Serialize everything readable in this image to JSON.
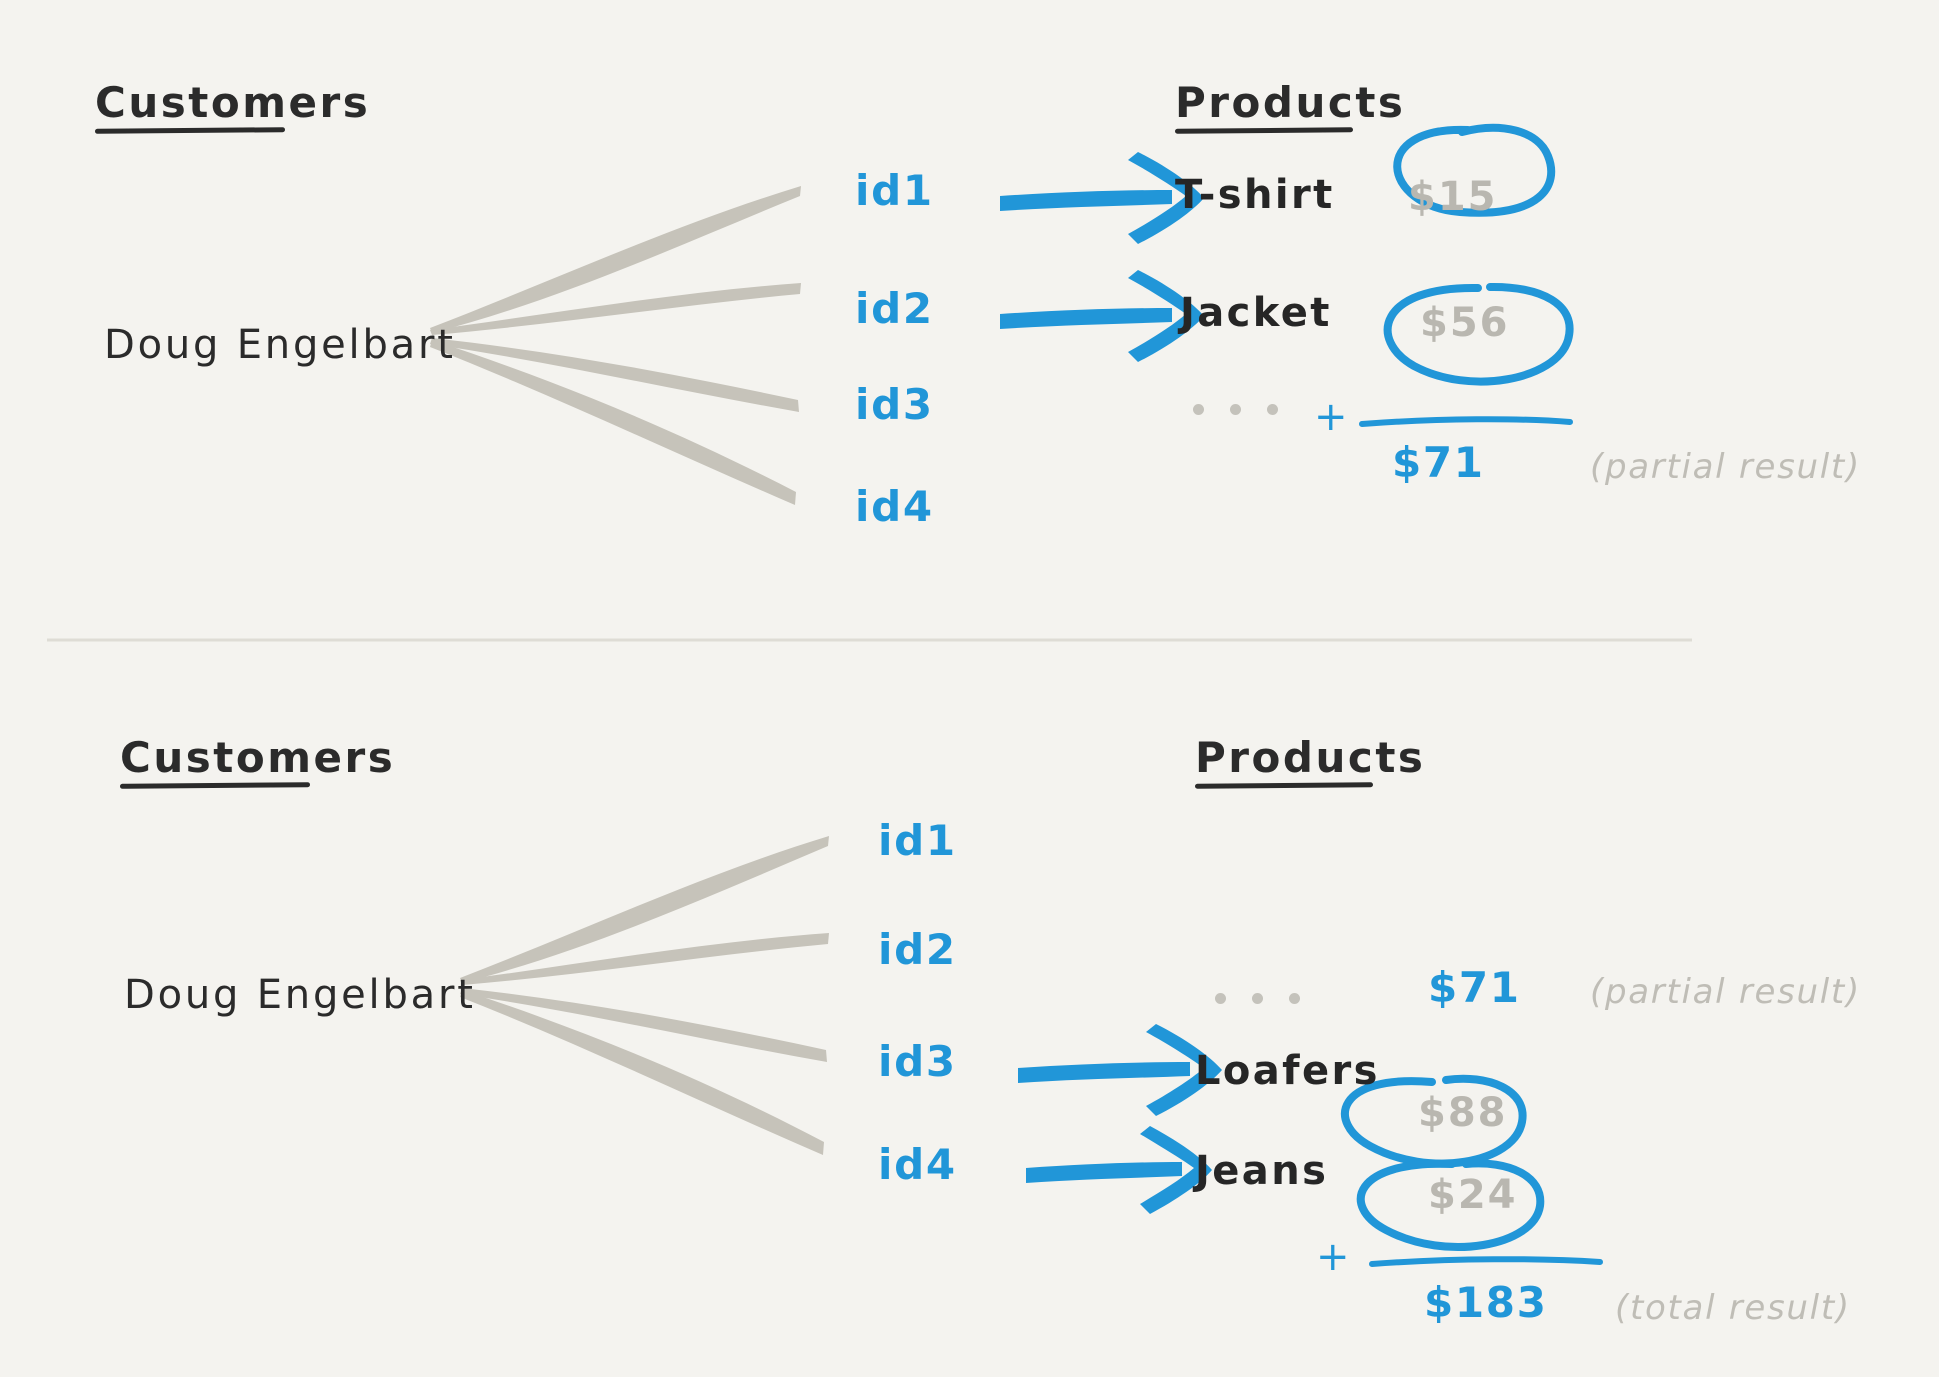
{
  "canvas": {
    "background": "#f4f3ef",
    "ink_dark": "#2b2b2b",
    "ink_blue": "#2196d8",
    "ink_gray": "#c6c3ba",
    "price_gray": "#b9b7b0",
    "annotation_gray": "#bfbdb6"
  },
  "panels": [
    {
      "id": "top-panel",
      "customers_heading": "Customers",
      "products_heading": "Products",
      "customer": "Doug Engelbart",
      "ids": [
        "id1",
        "id2",
        "id3",
        "id4"
      ],
      "rows": [
        {
          "id": "id1",
          "has_arrow": true,
          "product": "T-shirt",
          "price": "$15",
          "circled": true
        },
        {
          "id": "id2",
          "has_arrow": true,
          "product": "Jacket",
          "price": "$56",
          "circled": true
        },
        {
          "id": "id3",
          "has_arrow": false,
          "product": "",
          "price": "",
          "circled": false
        },
        {
          "id": "id4",
          "has_arrow": false,
          "product": "",
          "price": "",
          "circled": false
        }
      ],
      "ellipsis": "...",
      "plus": "+",
      "sum": "$71",
      "sum_annotation": "(partial result)"
    },
    {
      "id": "bottom-panel",
      "customers_heading": "Customers",
      "products_heading": "Products",
      "customer": "Doug Engelbart",
      "ids": [
        "id1",
        "id2",
        "id3",
        "id4"
      ],
      "rows": [
        {
          "id": "id1",
          "has_arrow": false,
          "product": "",
          "price": "",
          "circled": false
        },
        {
          "id": "id2",
          "has_arrow": false,
          "product": "",
          "price": "",
          "circled": false
        },
        {
          "id": "id3",
          "has_arrow": true,
          "product": "Loafers",
          "price": "$88",
          "circled": true
        },
        {
          "id": "id4",
          "has_arrow": true,
          "product": "Jeans",
          "price": "$24",
          "circled": true
        }
      ],
      "ellipsis": "...",
      "carried_value": "$71",
      "carried_annotation": "(partial result)",
      "plus": "+",
      "sum": "$183",
      "sum_annotation": "(total result)"
    }
  ],
  "chart_data": {
    "type": "diagram",
    "title": "Customers to Products join — partial and total results",
    "entities": {
      "customer": "Doug Engelbart",
      "order_ids": [
        "id1",
        "id2",
        "id3",
        "id4"
      ]
    },
    "line_items": [
      {
        "order_id": "id1",
        "product": "T-shirt",
        "price": 15
      },
      {
        "order_id": "id2",
        "product": "Jacket",
        "price": 56
      },
      {
        "order_id": "id3",
        "product": "Loafers",
        "price": 88
      },
      {
        "order_id": "id4",
        "product": "Jeans",
        "price": 24
      }
    ],
    "partial_result": 71,
    "total_result": 183,
    "labels": [
      "(partial result)",
      "(total result)"
    ]
  }
}
